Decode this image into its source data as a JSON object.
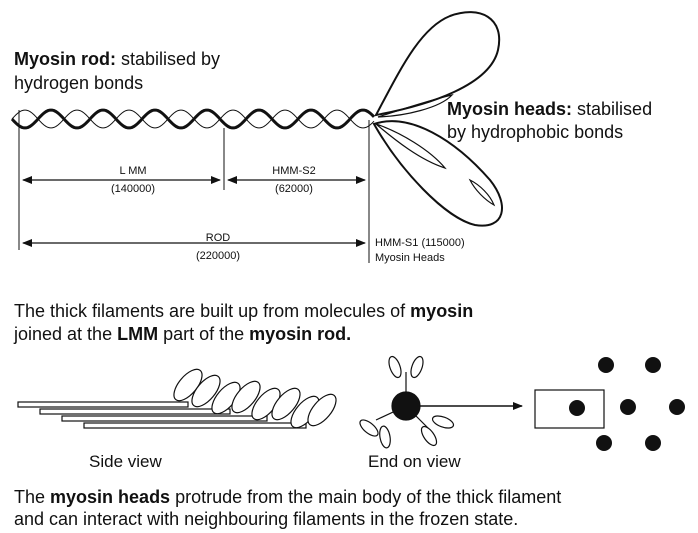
{
  "top": {
    "rod_heading": {
      "bold": "Myosin rod:",
      "normal": " stabilised by"
    },
    "rod_heading_line2": "hydrogen bonds",
    "heads_heading": {
      "bold": "Myosin heads:",
      "normal": " stabilised"
    },
    "heads_heading_line2": "by hydrophobic bonds"
  },
  "segments": {
    "lmm": {
      "name": "L MM",
      "mass": "(140000)"
    },
    "hmm_s2": {
      "name": "HMM-S2",
      "mass": "(62000)"
    },
    "rod": {
      "name": "ROD",
      "mass": "(220000)"
    },
    "hmm_s1": {
      "name": "HMM-S1 (115000)",
      "sub": "Myosin Heads"
    }
  },
  "middle": {
    "line1_pre": "The thick filaments are built up from molecules of ",
    "line1_bold": "myosin",
    "line2_pre": "joined at the ",
    "line2_bold1": "LMM",
    "line2_mid": " part of the ",
    "line2_bold2": "myosin rod."
  },
  "views": {
    "side": "Side view",
    "end": "End on view"
  },
  "bottom": {
    "line1_pre": "The ",
    "line1_bold": "myosin heads",
    "line1_post": " protrude from the main body of the thick filament",
    "line2": "and can interact with neighbouring filaments in the frozen state."
  }
}
